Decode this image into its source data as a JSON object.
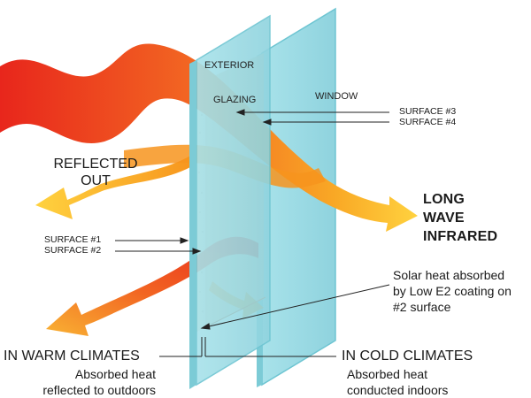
{
  "labels": {
    "exterior": "EXTERIOR",
    "glazing": "GLAZING",
    "window": "WINDOW",
    "surface3": "SURFACE #3",
    "surface4": "SURFACE #4",
    "surface1": "SURFACE #1",
    "surface2": "SURFACE #2",
    "reflected_line1": "REFLECTED",
    "reflected_line2": "OUT",
    "long_wave_line1": "LONG",
    "long_wave_line2": "WAVE",
    "long_wave_line3": "INFRARED",
    "solar_line1": "Solar heat absorbed",
    "solar_line2": "by Low E2 coating on",
    "solar_line3": "#2 surface",
    "warm_title": "IN WARM CLIMATES",
    "warm_line1": "Absorbed heat",
    "warm_line2": "reflected to outdoors",
    "cold_title": "IN COLD CLIMATES",
    "cold_line1": "Absorbed heat",
    "cold_line2": "conducted indoors"
  },
  "colors": {
    "glass": "#9fdce4",
    "glass_edge": "#6ec5d2",
    "glazing": "#e9c9a3",
    "heat_red": "#e8261c",
    "heat_orange": "#f7941d",
    "heat_yellow": "#ffd23f"
  }
}
